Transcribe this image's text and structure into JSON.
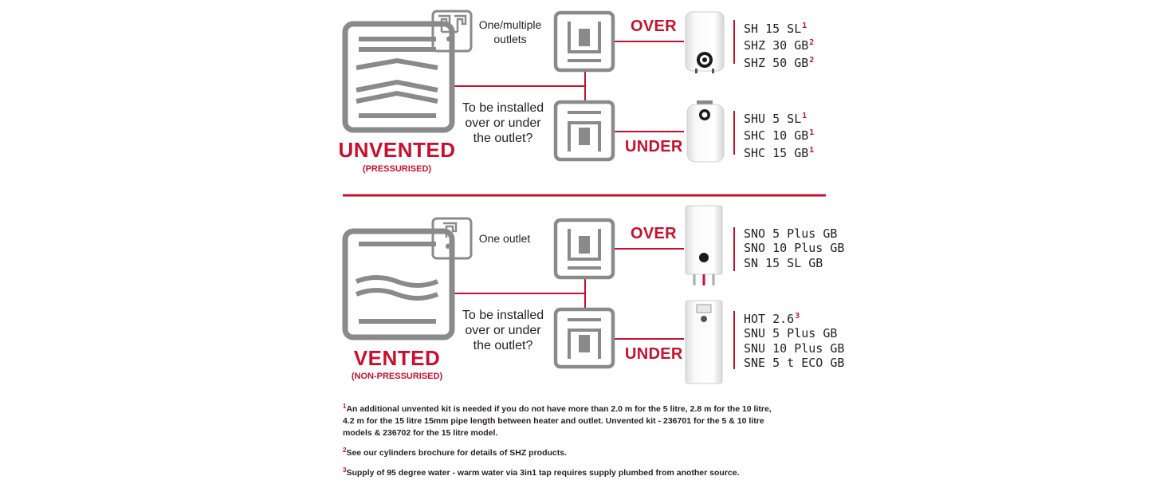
{
  "sections": [
    {
      "type_label": "UNVENTED",
      "type_sub": "(PRESSURISED)",
      "outlet_label": "One/multiple outlets",
      "question": "To be installed over or under the outlet?",
      "over": {
        "label": "OVER",
        "models": [
          {
            "name": "SH 15 SL",
            "note": "1"
          },
          {
            "name": "SHZ 30 GB",
            "note": "2"
          },
          {
            "name": "SHZ 50 GB",
            "note": "2"
          }
        ]
      },
      "under": {
        "label": "UNDER",
        "models": [
          {
            "name": "SHU 5 SL",
            "note": "1"
          },
          {
            "name": "SHC 10 GB",
            "note": "1"
          },
          {
            "name": "SHC 15 GB",
            "note": "1"
          }
        ]
      }
    },
    {
      "type_label": "VENTED",
      "type_sub": "(NON-PRESSURISED)",
      "outlet_label": "One outlet",
      "question": "To be installed over or under the outlet?",
      "over": {
        "label": "OVER",
        "models": [
          {
            "name": "SNO 5 Plus GB",
            "note": ""
          },
          {
            "name": "SNO 10 Plus GB",
            "note": ""
          },
          {
            "name": "SN 15 SL GB",
            "note": ""
          }
        ]
      },
      "under": {
        "label": "UNDER",
        "models": [
          {
            "name": "HOT 2.6",
            "note": "3"
          },
          {
            "name": "SNU 5 Plus GB",
            "note": ""
          },
          {
            "name": "SNU 10 Plus GB",
            "note": ""
          },
          {
            "name": "SNE 5 t ECO GB",
            "note": ""
          }
        ]
      }
    }
  ],
  "footnotes": [
    {
      "num": "1",
      "text": "An additional unvented kit is needed if you do not have more than 2.0 m for the 5 litre, 2.8 m for the 10 litre, 4.2 m for the 15 litre 15mm pipe length between heater and outlet. Unvented kit - 236701 for the 5 & 10 litre models & 236702 for the 15 litre model."
    },
    {
      "num": "2",
      "text": "See our cylinders brochure for details of SHZ products."
    },
    {
      "num": "3",
      "text": "Supply of 95 degree water - warm water via 3in1 tap requires supply plumbed from another source."
    }
  ],
  "colors": {
    "accent": "#c8102e",
    "icon_gray": "#8a8a8a",
    "text": "#231f20"
  },
  "icons": [
    "unvented-tank-icon",
    "vented-tank-icon",
    "multi-tap-icon",
    "single-tap-icon",
    "over-sink-icon",
    "under-sink-icon",
    "water-heater-product"
  ]
}
